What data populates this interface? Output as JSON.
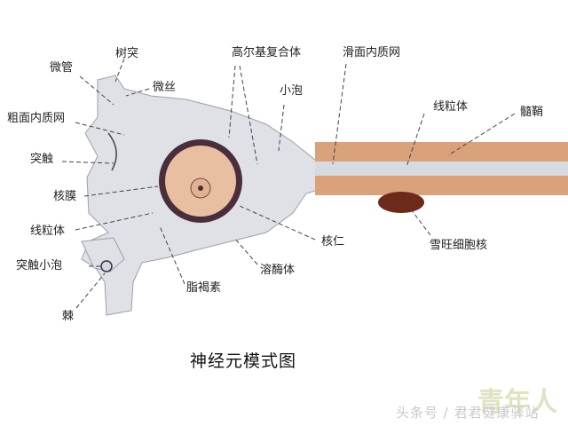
{
  "diagram": {
    "title": "神经元模式图",
    "colors": {
      "cytoplasm": "#dfe1e6",
      "nucleus": "#e8bfa0",
      "nucleus_border": "#4a2e3c",
      "myelin": "#d9a27a",
      "axon": "#d8dae2",
      "schwann_nucleus": "#6b2a1a"
    },
    "labels": [
      {
        "id": "dendrite",
        "text": "树突"
      },
      {
        "id": "microtubule",
        "text": "微管"
      },
      {
        "id": "microfilament",
        "text": "微丝"
      },
      {
        "id": "rough-er",
        "text": "粗面内质网"
      },
      {
        "id": "synapse",
        "text": "突触"
      },
      {
        "id": "nuclear-membrane",
        "text": "核膜"
      },
      {
        "id": "mitochondria-left",
        "text": "线粒体"
      },
      {
        "id": "synaptic-vesicle",
        "text": "突触小泡"
      },
      {
        "id": "spine",
        "text": "棘"
      },
      {
        "id": "lipofuscin",
        "text": "脂褐素"
      },
      {
        "id": "lysosome",
        "text": "溶酶体"
      },
      {
        "id": "nucleolus",
        "text": "核仁"
      },
      {
        "id": "golgi",
        "text": "高尔基复合体"
      },
      {
        "id": "vesicle",
        "text": "小泡"
      },
      {
        "id": "smooth-er",
        "text": "滑面内质网"
      },
      {
        "id": "mitochondria-right",
        "text": "线粒体"
      },
      {
        "id": "myelin-sheath",
        "text": "髓鞘"
      },
      {
        "id": "schwann-nucleus",
        "text": "雪旺细胞核"
      }
    ]
  },
  "watermark": {
    "text": "头条号 / 君君健康驿站",
    "logo_text": "青年人"
  }
}
